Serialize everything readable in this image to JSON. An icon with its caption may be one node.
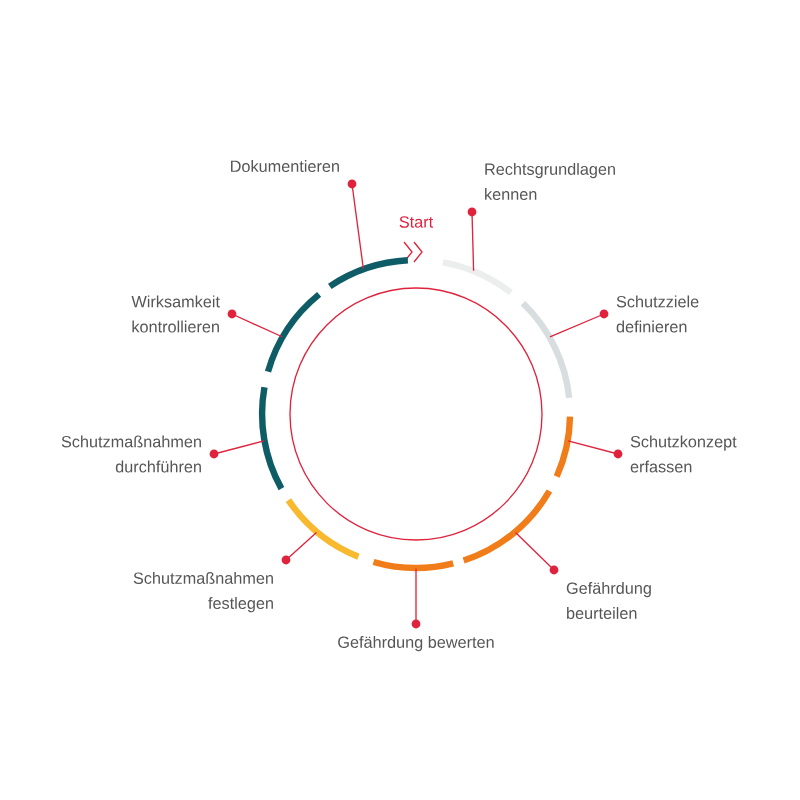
{
  "diagram": {
    "nodes": [
      {
        "text": [
          "Rechtsgrundlagen kennen"
        ]
      },
      {
        "text": [
          "Schutzziele definieren"
        ]
      },
      {
        "text": [
          "Schutzkonzept erfassen"
        ]
      },
      {
        "text": [
          "Gefährdung beurteilen"
        ]
      },
      {
        "text": [
          "Gefährdung bewerten"
        ]
      },
      {
        "text": [
          "Schutzmaßnahmen festlegen"
        ]
      },
      {
        "text": [
          "Schutzmaßnahmen durchführen"
        ]
      },
      {
        "text": [
          "Wirksamkeit kontrollieren"
        ]
      },
      {
        "text": [
          "Dokumentieren"
        ]
      },
      {
        "text": [],
        "shape": "arc"
      },
      {
        "text": [],
        "shape": "arc"
      },
      {
        "text": [],
        "shape": "arc"
      },
      {
        "text": [],
        "shape": "arc"
      },
      {
        "text": [],
        "shape": "arc"
      },
      {
        "text": [],
        "shape": "arc"
      },
      {
        "text": [],
        "shape": "arc"
      },
      {
        "text": [],
        "shape": "arc"
      },
      {
        "text": [],
        "shape": "arc"
      }
    ],
    "edges": [
      {
        "from": 0,
        "to": 9,
        "arrow": "none"
      },
      {
        "from": 1,
        "to": 10,
        "arrow": "none"
      },
      {
        "from": 2,
        "to": 11,
        "arrow": "none"
      },
      {
        "from": 3,
        "to": 12,
        "arrow": "none"
      },
      {
        "from": 4,
        "to": 13,
        "arrow": "none"
      },
      {
        "from": 5,
        "to": 14,
        "arrow": "none"
      },
      {
        "from": 6,
        "to": 15,
        "arrow": "none"
      },
      {
        "from": 7,
        "to": 16,
        "arrow": "none"
      },
      {
        "from": 8,
        "to": 17,
        "arrow": "none"
      }
    ],
    "labels": [
      "Start"
    ]
  }
}
